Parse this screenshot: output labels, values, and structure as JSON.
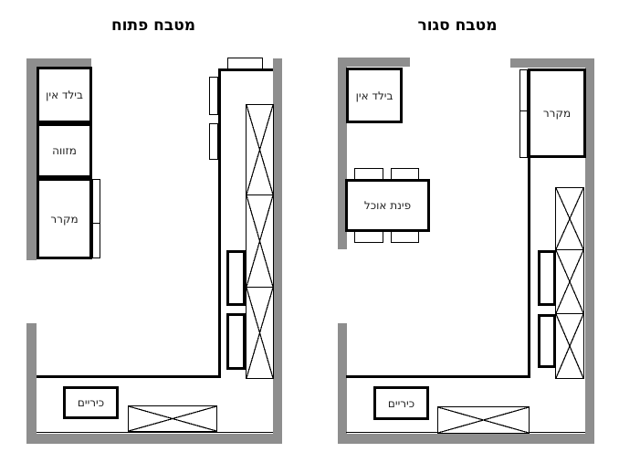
{
  "colors": {
    "wall_gray": "#8e8e8e",
    "line_black": "#000000",
    "background": "#ffffff"
  },
  "left_diagram": {
    "title": "מטבח פתוח",
    "boxes": {
      "built_in": "בילד אין",
      "pantry": "מזווה",
      "fridge": "מקרר",
      "stove": "כיריים"
    }
  },
  "right_diagram": {
    "title": "מטבח סגור",
    "boxes": {
      "built_in": "בילד אין",
      "dining_nook": "פינת אוכל",
      "fridge": "מקרר",
      "stove": "כיריים"
    }
  }
}
